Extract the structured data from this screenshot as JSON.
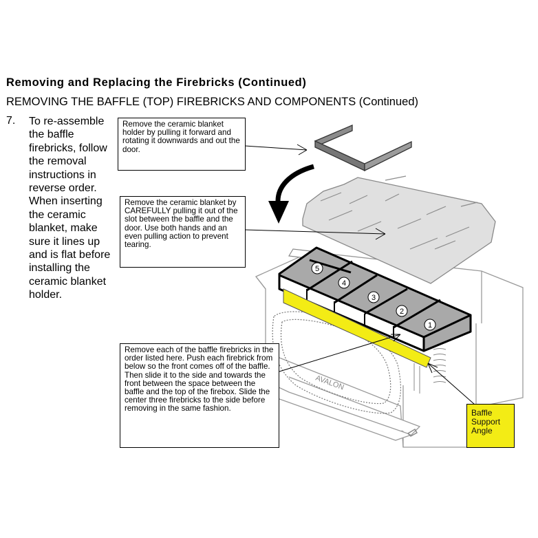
{
  "document": {
    "heading": "Removing and Replacing the Firebricks (Continued)",
    "subheading": "REMOVING THE BAFFLE (TOP) FIREBRICKS AND COMPONENTS (Continued)",
    "step": {
      "number": "7.",
      "text": "To re-assemble the baffle firebricks, follow the removal instructions in reverse order. When inserting the ceramic blanket, make sure it lines up and is flat before installing the ceramic blanket holder."
    }
  },
  "callouts": {
    "holder": "Remove the ceramic blanket holder by pulling it forward and rotating it downwards and out the door.",
    "blanket": "Remove the ceramic blanket by CAREFULLY pulling it out of the slot between the baffle and the door.  Use both hands and an even pulling action to prevent tearing.",
    "firebricks": "Remove each of the baffle firebricks in the order listed here. Push each  firebrick  from below so the front comes off of the baffle. Then slide it to the side and towards the front between the space between the baffle and the top of the firebox.  Slide the center three firebricks to the side before removing in the same fashion."
  },
  "label": {
    "support_angle": "Baffle Support Angle"
  },
  "diagram": {
    "brick_numbers": [
      "5",
      "4",
      "3",
      "2",
      "1"
    ],
    "stove_brand": "AVALON"
  },
  "colors": {
    "support_angle": "#f3ec15",
    "brick_fill": "#a9a9a9",
    "blanket_fill": "#e0e0e0",
    "holder_fill": "#8c8c8c"
  }
}
